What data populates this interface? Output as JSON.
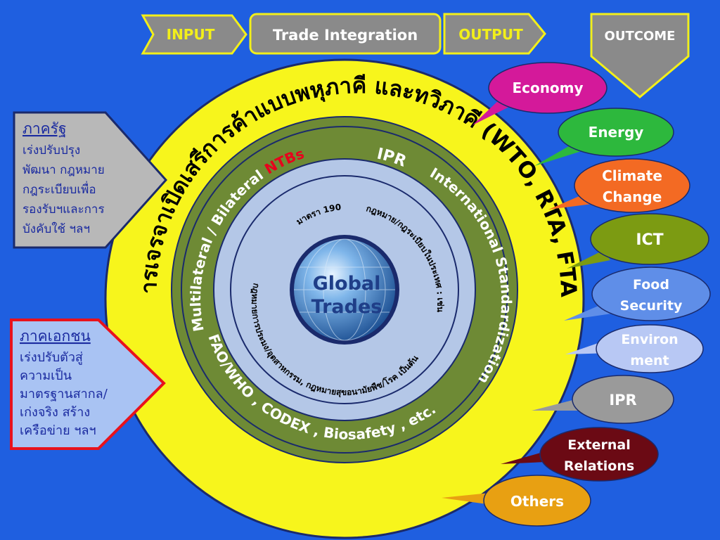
{
  "header": {
    "input": "INPUT",
    "integration": "Trade Integration",
    "output": "OUTPUT",
    "outcome": "OUTCOME"
  },
  "public_sector": {
    "title": "ภาครัฐ",
    "lines": [
      "เร่งปรับปรุง",
      "พัฒนา กฎหมาย",
      "กฎระเบียบเพื่อ",
      "รองรับฯและการ",
      "บังคับใช้ ฯลฯ"
    ]
  },
  "private_sector": {
    "title": "ภาคเอกชน",
    "lines": [
      "เร่งปรับตัวสู่",
      "ความเป็น",
      "มาตรฐานสากล/",
      "เก่งจริง สร้าง",
      "เครือข่าย ฯลฯ"
    ]
  },
  "rings": {
    "outer_text": "การเจรจาเปิดเสรีการค้าแบบพหุภาคี และทวิภาคี (WTO, RTA, FTA)",
    "green_text_1": "Multilateral / Bilateral ",
    "green_text_ntbs": "NTBs",
    "green_text_ipr": "IPR",
    "green_text_2": "International Standardization",
    "green_text_3": "FAO/WHO , CODEX , Biosafety , etc.",
    "inner_text_1": "มาตรา 190",
    "inner_text_2": "กฎหมาย/กฎระเบียบในประเทศ : เช่น",
    "inner_text_3": "กฎหมายการประมง/อุตสาหกรรม, กฎหมายสุขอนามัยพืช/โรค เป็นต้น",
    "center_line1": "Global",
    "center_line2": "Trades"
  },
  "outcomes": [
    {
      "line1": "Economy",
      "line2": "",
      "color": "#d4199a"
    },
    {
      "line1": "Energy",
      "line2": "",
      "color": "#2db83d"
    },
    {
      "line1": "Climate",
      "line2": "Change",
      "color": "#f36a23"
    },
    {
      "line1": "ICT",
      "line2": "",
      "color": "#7c9b12"
    },
    {
      "line1": "Food",
      "line2": "Security",
      "color": "#5f8ee8"
    },
    {
      "line1": "Environ",
      "line2": "ment",
      "color": "#b8c8f4"
    },
    {
      "line1": "IPR",
      "line2": "",
      "color": "#9a9a9a"
    },
    {
      "line1": "External",
      "line2": "Relations",
      "color": "#6b0a14"
    },
    {
      "line1": "Others",
      "line2": "",
      "color": "#e8a012"
    }
  ],
  "colors": {
    "background": "#1f5fe0",
    "outer_ring": "#f7f51c",
    "green_ring": "#6e8a35",
    "inner_ring": "#b4c7e7",
    "header_box": "#8a8a8a",
    "header_border": "#f2ef1a",
    "input_text": "#f2ef1a"
  }
}
